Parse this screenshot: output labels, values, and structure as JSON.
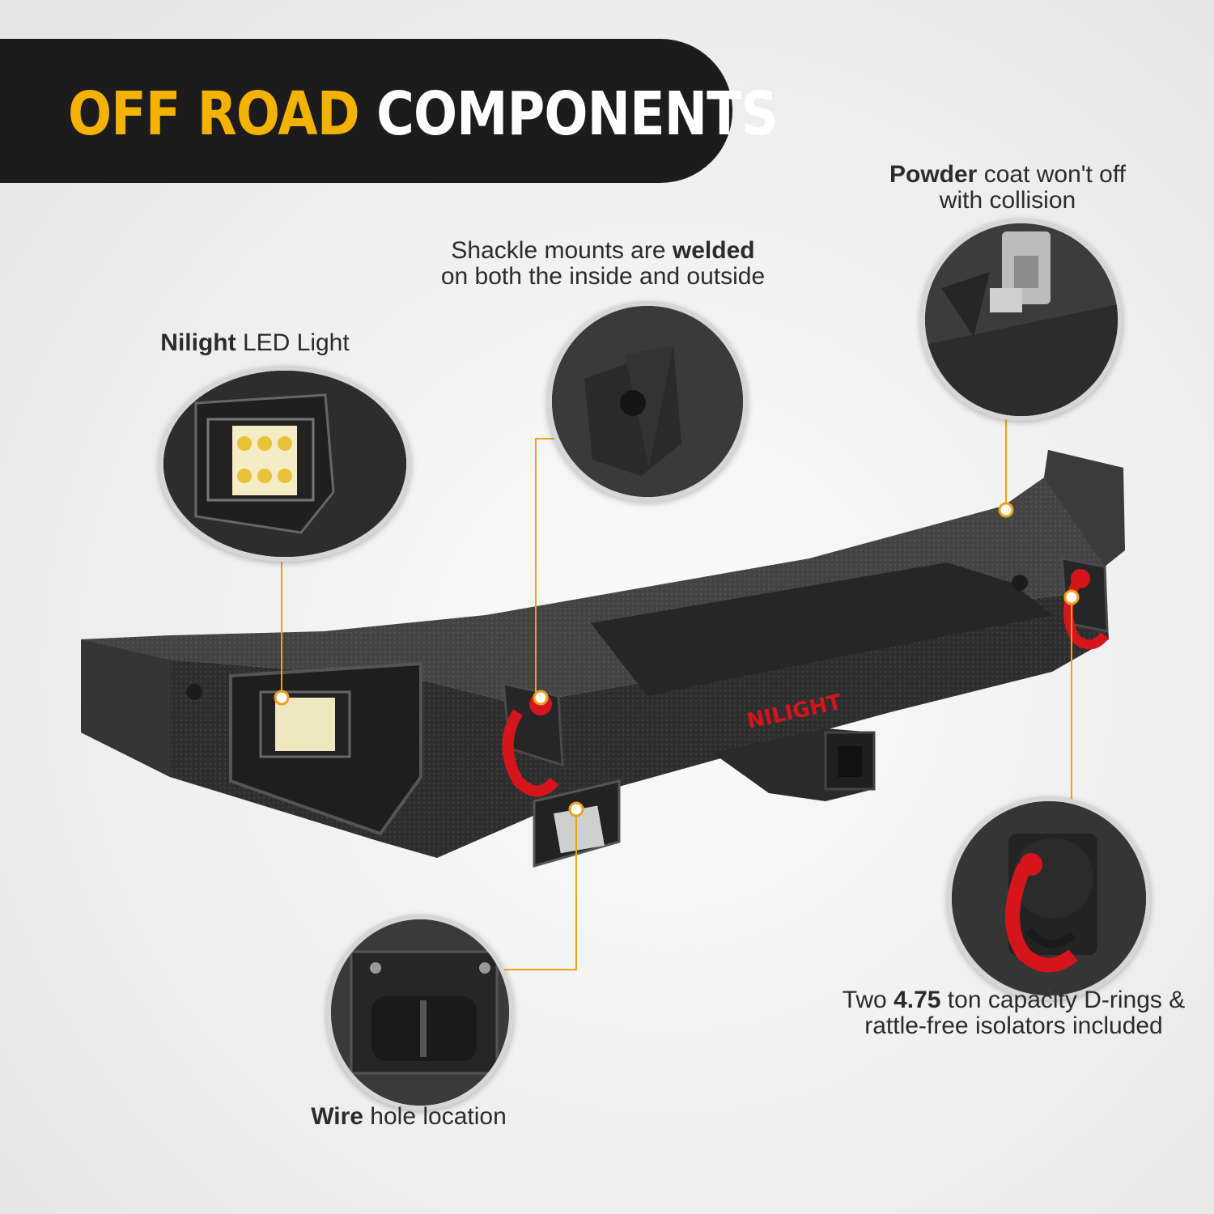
{
  "banner": {
    "accent_text": "OFF ROAD",
    "main_text": " COMPONENTS",
    "accent_color": "#f5b301",
    "background_color": "#1c1c1c"
  },
  "callouts": {
    "powder": {
      "bold": "Powder",
      "rest_line1": " coat won't off",
      "line2": "with collision"
    },
    "shackle": {
      "line1_pre": "Shackle mounts are ",
      "line1_bold": "welded",
      "line2": "on both the inside and outside"
    },
    "led": {
      "bold": "Nilight",
      "rest": " LED Light"
    },
    "drings": {
      "pre": "Two ",
      "bold": "4.75",
      "rest_line1": " ton capacity D-rings &",
      "line2": "rattle-free isolators included"
    },
    "wire": {
      "bold": "Wire",
      "rest": " hole location"
    }
  },
  "product": {
    "logo_text": "NILIGHT",
    "leader_color": "#e9a21a",
    "shackle_color": "#d6141c"
  },
  "icons": [
    "led-light-icon",
    "shackle-mount-icon",
    "wrench-icon",
    "d-ring-icon",
    "wire-hole-icon"
  ]
}
